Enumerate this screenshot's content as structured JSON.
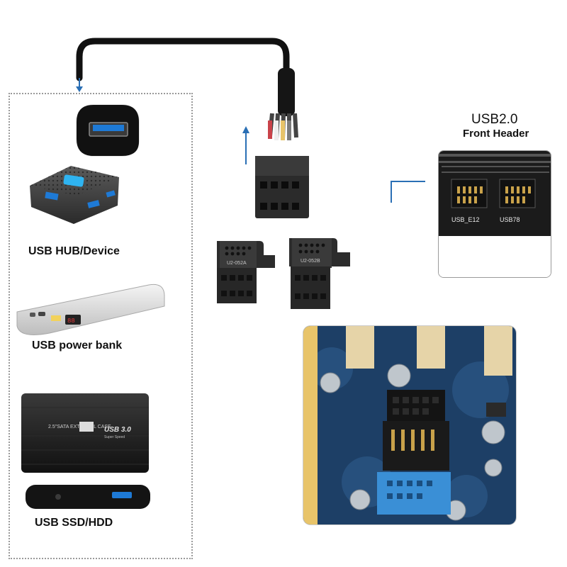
{
  "devices": {
    "hub_label": "USB HUB/Device",
    "power_bank_label": "USB power bank",
    "ssd_label": "USB SSD/HDD"
  },
  "header": {
    "title": "USB2.0",
    "subtitle": "Front Header"
  },
  "adapters": {
    "left_code": "U2-052A",
    "right_code": "U2-052B"
  },
  "board": {
    "port_left": "USB_E12",
    "port_right": "USB78"
  },
  "ssd": {
    "case_text": "2.5\"SATA EXTERNAL CASE",
    "model_text": "USB 3.0",
    "model_sub": "Super Speed"
  },
  "colors": {
    "usb_blue": "#1e7ad6",
    "arrow_blue": "#2a6fb5",
    "pcb_blue": "#1d3f66"
  }
}
